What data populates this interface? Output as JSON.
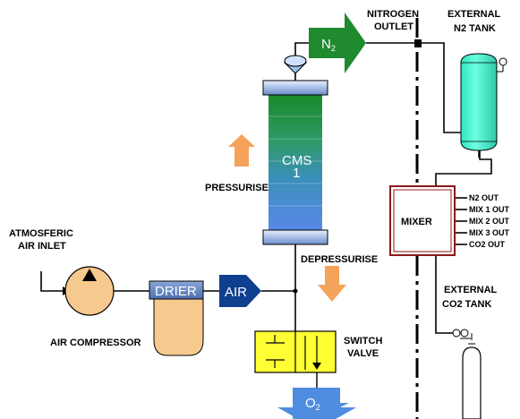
{
  "labels": {
    "nitrogen_outlet_1": "NITROGEN",
    "nitrogen_outlet_2": "OUTLET",
    "external_n2_tank_1": "EXTERNAL",
    "external_n2_tank_2": "N2 TANK",
    "n2_arrow": "N",
    "n2_arrow_sub": "2",
    "cms_1": "CMS",
    "cms_2": "1",
    "pressurise": "PRESSURISE",
    "depressurise": "DEPRESSURISE",
    "atmosferic_1": "ATMOSFERIC",
    "atmosferic_2": "AIR INLET",
    "drier": "DRIER",
    "air": "AIR",
    "air_compressor": "AIR COMPRESSOR",
    "switch_valve_1": "SWITCH",
    "switch_valve_2": "VALVE",
    "o2_arrow": "O",
    "o2_arrow_sub": "2",
    "mixer": "MIXER",
    "mixer_outputs": [
      "N2 OUT",
      "MIX 1 OUT",
      "MIX 2 OUT",
      "MIX 3 OUT",
      "CO2 OUT"
    ],
    "external_co2_tank_1": "EXTERNAL",
    "external_co2_tank_2": "CO2 TANK"
  },
  "colors": {
    "n2_arrow": "#1f8a2e",
    "air_arrow": "#0f3f8f",
    "o2_arrow": "#4f8de0",
    "pressure_arrows": "#f5a25a",
    "compressor": "#f6c98e",
    "drier_band": "#6f8fc8",
    "switch_valve": "#ffff33",
    "n2_tank": "#4dffd2",
    "mixer_border": "#8b1a1a"
  }
}
